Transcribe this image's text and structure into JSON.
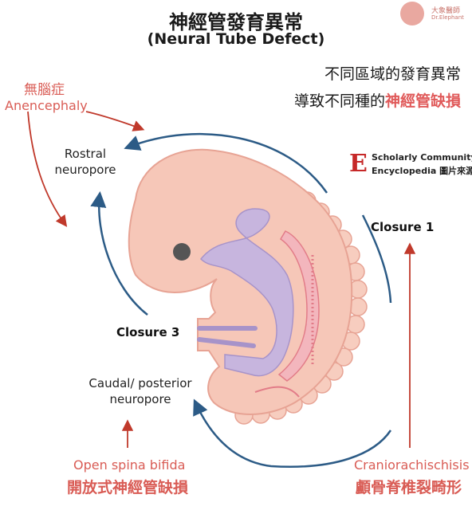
{
  "title": "神經管發育異常",
  "subtitle": "(Neural Tube Defect)",
  "brand": {
    "name_cn": "大象醫師",
    "name_en": "Dr.Elephant"
  },
  "description": {
    "line1": "不同區域的發育異常",
    "line2_prefix": "導致不同種的",
    "line2_highlight": "神經管缺損"
  },
  "source": {
    "mark": "E",
    "line1": "Scholarly Community",
    "line2": "Encyclopedia 圖片來源"
  },
  "labels": {
    "anencephaly_cn": "無腦症",
    "anencephaly_en": "Anencephaly",
    "rostral_line1": "Rostral",
    "rostral_line2": "neuropore",
    "closure1": "Closure 1",
    "closure3": "Closure 3",
    "caudal_line1": "Caudal/ posterior",
    "caudal_line2": "neuropore",
    "spina_en": "Open spina bifida",
    "spina_cn": "開放式神經管缺損",
    "cranio_en": "Craniorachischisis",
    "cranio_cn": "顱骨脊椎裂畸形"
  },
  "colors": {
    "accent_red": "#d95c55",
    "arrow_blue": "#2c5b86",
    "embryo_skin": "#f6c7b8",
    "embryo_outline": "#e7a394",
    "neural_purple": "#c7b5de",
    "heart_pink": "#ee8f98"
  }
}
